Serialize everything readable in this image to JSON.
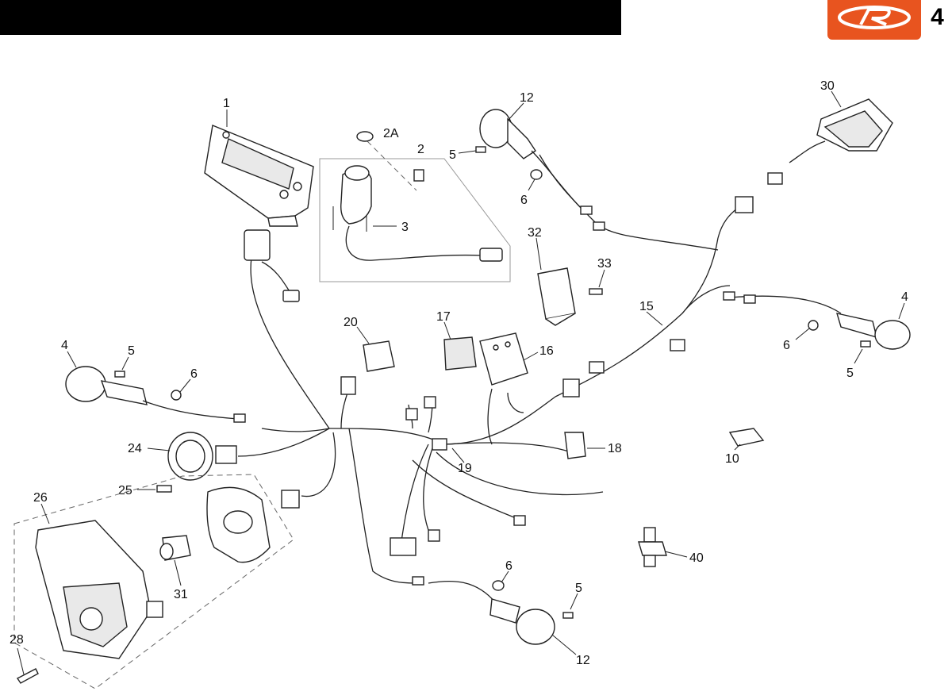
{
  "header": {
    "page_number": "4",
    "brand_color": "#e8541f",
    "logo_icon": "brand-logo-icon"
  },
  "callouts": [
    "1",
    "2",
    "2A",
    "3",
    "4",
    "4",
    "5",
    "5",
    "5",
    "5",
    "6",
    "6",
    "6",
    "6",
    "10",
    "12",
    "12",
    "15",
    "16",
    "17",
    "18",
    "19",
    "20",
    "24",
    "25",
    "26",
    "28",
    "30",
    "31",
    "32",
    "33",
    "40"
  ]
}
